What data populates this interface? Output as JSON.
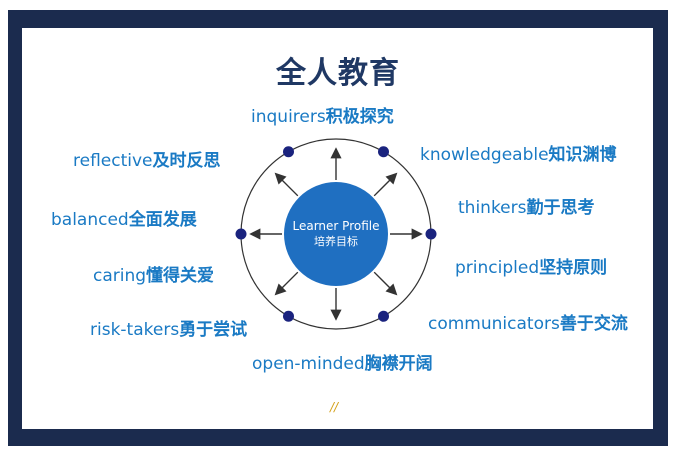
{
  "title": "全人教育",
  "center": {
    "en": "Learner Profile",
    "zh": "培养目标"
  },
  "attributes": [
    {
      "en": "inquirers",
      "zh": "积极探究"
    },
    {
      "en": "knowledgeable",
      "zh": "知识渊博"
    },
    {
      "en": "thinkers",
      "zh": "勤于思考"
    },
    {
      "en": "principled",
      "zh": "坚持原则"
    },
    {
      "en": "communicators",
      "zh": "善于交流"
    },
    {
      "en": "open-minded",
      "zh": "胸襟开阔"
    },
    {
      "en": "risk-takers",
      "zh": "勇于尝试"
    },
    {
      "en": "caring",
      "zh": "懂得关爱"
    },
    {
      "en": "balanced",
      "zh": "全面发展"
    },
    {
      "en": "reflective",
      "zh": "及时反思"
    }
  ],
  "footer_mark": "//",
  "colors": {
    "frame": "#1b2b4e",
    "title": "#1f3864",
    "label": "#1a7ac4",
    "center": "#1f6fc1",
    "node": "#1a237e"
  }
}
